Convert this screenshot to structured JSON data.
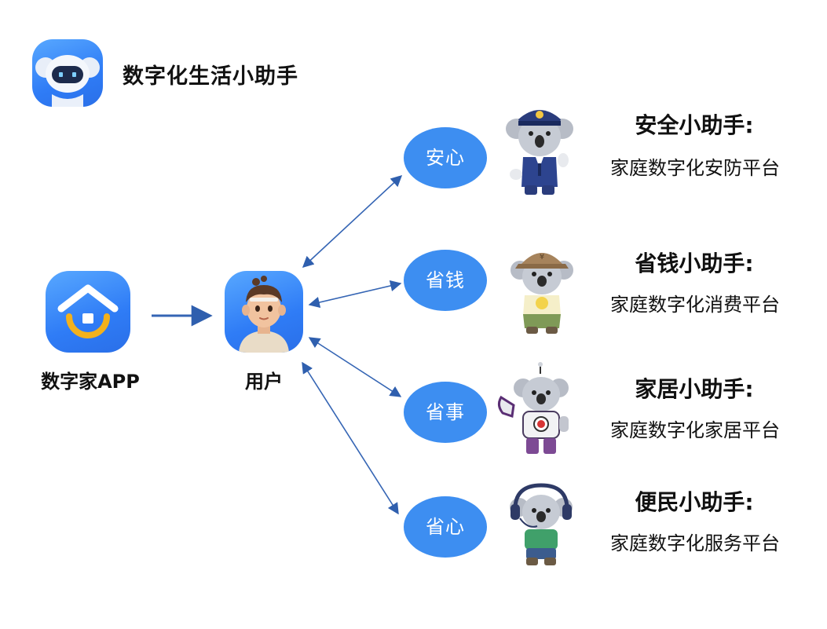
{
  "header": {
    "title": "数字化生活小助手",
    "logo_icon": "robot-koala-icon"
  },
  "nodes": {
    "app": {
      "label": "数字家APP",
      "icon": "home-icon"
    },
    "user": {
      "label": "用户",
      "icon": "user-avatar-icon"
    }
  },
  "assistants": [
    {
      "category": "安心",
      "title": "安全小助手:",
      "subtitle": "家庭数字化安防平台",
      "mascot": "police-koala-icon"
    },
    {
      "category": "省钱",
      "title": "省钱小助手:",
      "subtitle": "家庭数字化消费平台",
      "mascot": "shopper-koala-icon"
    },
    {
      "category": "省事",
      "title": "家居小助手:",
      "subtitle": "家庭数字化家居平台",
      "mascot": "robot-koala-icon"
    },
    {
      "category": "省心",
      "title": "便民小助手:",
      "subtitle": "家庭数字化服务平台",
      "mascot": "headset-koala-icon"
    }
  ],
  "colors": {
    "accent_blue": "#3d8ef1",
    "icon_gradient_start": "#58a8ff",
    "icon_gradient_end": "#2a6fe8",
    "arrow": "#3565b4",
    "home_arc": "#f3b11c"
  }
}
